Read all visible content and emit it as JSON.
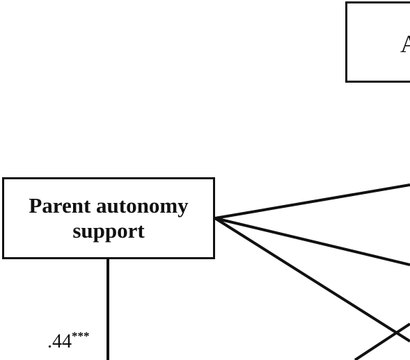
{
  "nodes": {
    "parent_autonomy_support": {
      "line1": "Parent autonomy",
      "line2": "support"
    },
    "top_right": {
      "label_visible": "A"
    }
  },
  "edges": {
    "parent_down": {
      "coefficient": ".44",
      "significance": "***"
    }
  },
  "style": {
    "stroke_color": "#111111",
    "background": "#ffffff"
  }
}
